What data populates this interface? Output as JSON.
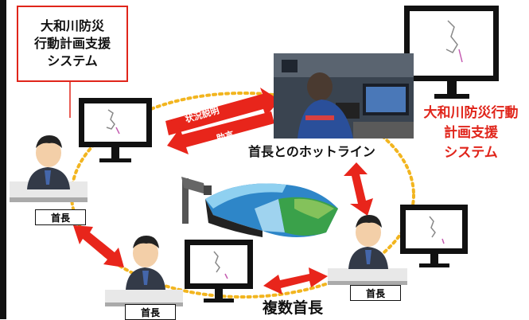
{
  "system_box": {
    "lines": [
      "大和川防災",
      "行動計画支援",
      "システム"
    ]
  },
  "right_label": {
    "lines": [
      "大和川防災行動",
      "計画支援",
      "システム"
    ]
  },
  "hotline_label": "首長とのホットライン",
  "arrow_labels": {
    "status": "状況説明",
    "advice": "助言"
  },
  "nameplates": [
    "首長",
    "首長",
    "首長"
  ],
  "multi_label": "複数首長",
  "colors": {
    "accent_red": "#e0251b",
    "dotted_circle": "#f2b51f",
    "frame": "#111111"
  }
}
